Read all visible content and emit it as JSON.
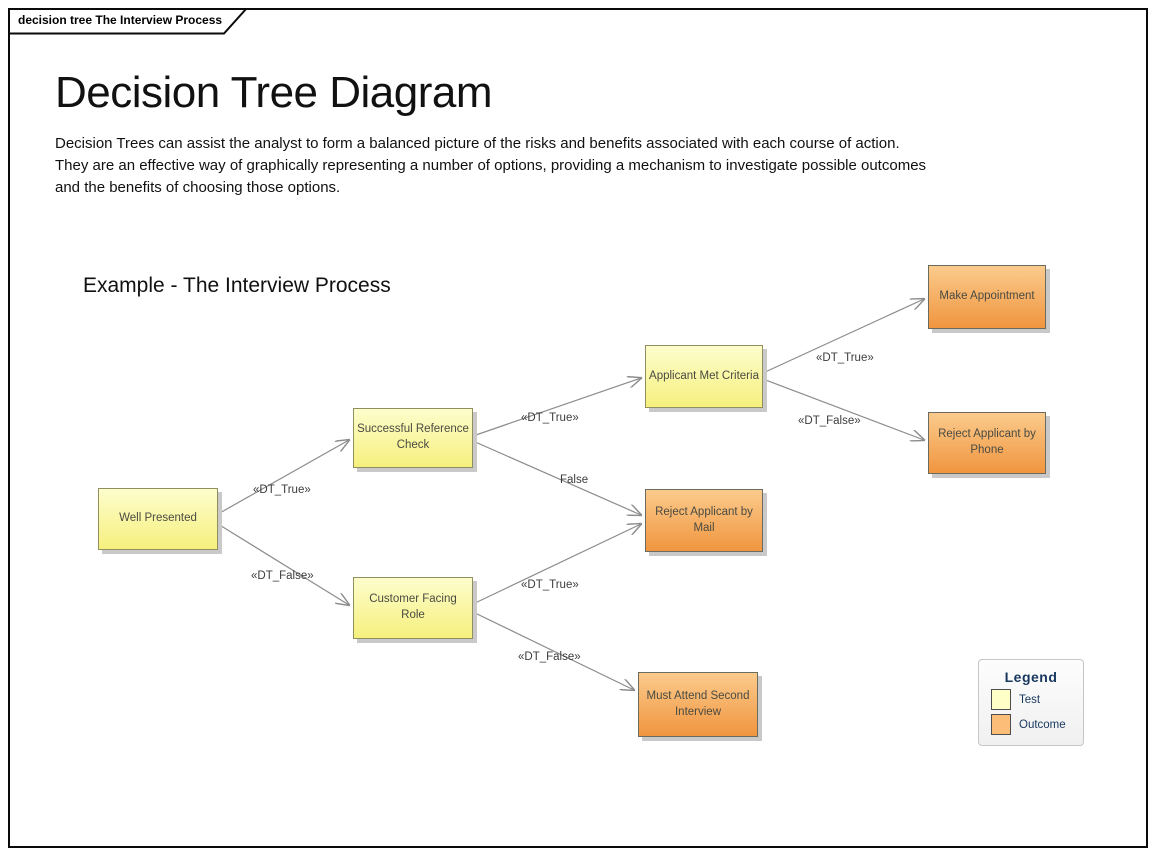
{
  "frame": {
    "tab_label": "decision tree The Interview Process"
  },
  "header": {
    "title": "Decision Tree Diagram",
    "description": "Decision Trees can assist the analyst to form a balanced picture of the risks and benefits associated with each course of action. They are an effective way of graphically representing a number of options, providing a mechanism to investigate possible outcomes and the benefits of choosing those options."
  },
  "example": {
    "heading": "Example - The Interview Process"
  },
  "nodes": [
    {
      "id": "well-presented",
      "label": "Well Presented",
      "type": "test"
    },
    {
      "id": "successful-reference-check",
      "label": "Successful Reference Check",
      "type": "test"
    },
    {
      "id": "customer-facing-role",
      "label": "Customer Facing Role",
      "type": "test"
    },
    {
      "id": "applicant-met-criteria",
      "label": "Applicant Met Criteria",
      "type": "test"
    },
    {
      "id": "make-appointment",
      "label": "Make Appointment",
      "type": "outcome"
    },
    {
      "id": "reject-applicant-by-phone",
      "label": "Reject Applicant by Phone",
      "type": "outcome"
    },
    {
      "id": "reject-applicant-by-mail",
      "label": "Reject Applicant by Mail",
      "type": "outcome"
    },
    {
      "id": "must-attend-second-interview",
      "label": "Must Attend Second Interview",
      "type": "outcome"
    }
  ],
  "edges": [
    {
      "from": "Well Presented",
      "to": "Successful Reference Check",
      "label": "«DT_True»"
    },
    {
      "from": "Well Presented",
      "to": "Customer Facing Role",
      "label": "«DT_False»"
    },
    {
      "from": "Successful Reference Check",
      "to": "Applicant Met Criteria",
      "label": "«DT_True»"
    },
    {
      "from": "Successful Reference Check",
      "to": "Reject Applicant by Mail",
      "label": "False"
    },
    {
      "from": "Applicant Met Criteria",
      "to": "Make Appointment",
      "label": "«DT_True»"
    },
    {
      "from": "Applicant Met Criteria",
      "to": "Reject Applicant by Phone",
      "label": "«DT_False»"
    },
    {
      "from": "Customer Facing Role",
      "to": "Reject Applicant by Mail",
      "label": "«DT_True»"
    },
    {
      "from": "Customer Facing Role",
      "to": "Must Attend Second Interview",
      "label": "«DT_False»"
    }
  ],
  "legend": {
    "title": "Legend",
    "items": [
      {
        "label": "Test",
        "color": "#FFFFC8"
      },
      {
        "label": "Outcome",
        "color": "#FBBD77"
      }
    ]
  },
  "colors": {
    "test_fill_top": "#FDFDCC",
    "test_fill_bottom": "#F6F07E",
    "outcome_fill_top": "#FBCB8C",
    "outcome_fill_bottom": "#F0953F",
    "edge_line": "#8C8C8C",
    "legend_text": "#17375E",
    "frame_border": "#0A0A0A"
  }
}
